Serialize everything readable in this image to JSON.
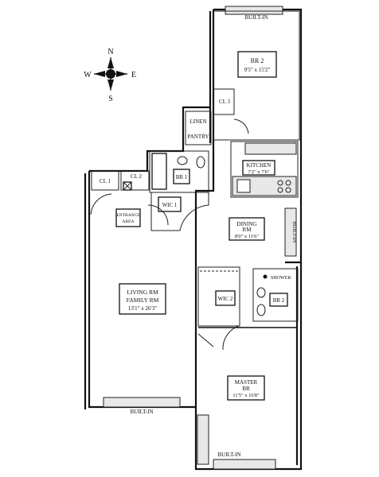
{
  "compass": {
    "north": "N",
    "south": "S",
    "east": "E",
    "west": "W"
  },
  "rooms": {
    "br2_top": {
      "name": "BR 2",
      "dims": "9'5\" x 15'2\""
    },
    "cl3": {
      "name": "CL 3"
    },
    "linen": {
      "name": "LINEN"
    },
    "pantry": {
      "name": "PANTRY"
    },
    "kitchen": {
      "name": "KITCHEN",
      "dims": "7'2\" x 7'6\""
    },
    "br1": {
      "name": "BR 1"
    },
    "cl1": {
      "name": "CL 1"
    },
    "cl2": {
      "name": "CL 2"
    },
    "wic1": {
      "name": "WIC 1"
    },
    "entrance": {
      "line1": "ENTRANCE",
      "line2": "AREA"
    },
    "dining": {
      "name": "DINING",
      "name2": "RM",
      "dims": "8'0\" x 11'6\""
    },
    "living": {
      "line1": "LIVING RM",
      "line2": "FAMILY RM",
      "dims": "13'1\" x 26'3\""
    },
    "wic2": {
      "name": "WIC 2"
    },
    "shower": {
      "name": "SHOWER"
    },
    "br2_bath": {
      "name": "BR 2"
    },
    "master": {
      "name": "MASTER",
      "name2": "BR",
      "dims": "11'5\" x 16'8\""
    }
  },
  "built_in": {
    "top": "BUILT-IN",
    "right": "BUILT-IN",
    "living_bottom": "BUILT-IN",
    "master_bottom": "BUILT-IN"
  }
}
